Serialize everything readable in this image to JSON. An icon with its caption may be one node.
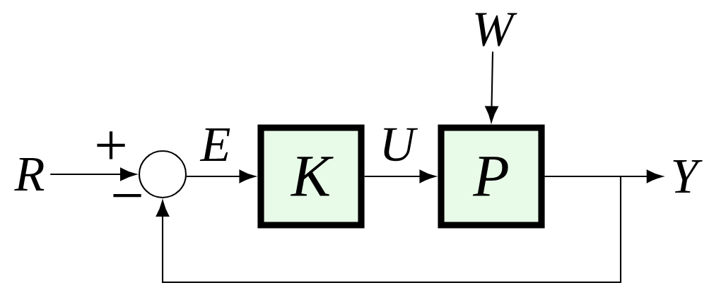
{
  "diagram": {
    "nodes": [
      {
        "text": [
          "R"
        ]
      },
      {
        "text": [],
        "shape": "circle"
      },
      {
        "text": [
          "K"
        ]
      },
      {
        "text": [
          "P"
        ]
      },
      {
        "text": [
          "W"
        ]
      },
      {
        "text": [
          "Y"
        ]
      }
    ],
    "edges": [
      {
        "from": 0,
        "to": 1,
        "arrow": "to"
      },
      {
        "from": 1,
        "to": 2,
        "arrow": "to",
        "label": "E"
      },
      {
        "from": 2,
        "to": 3,
        "arrow": "to",
        "label": "U"
      },
      {
        "from": 4,
        "to": 3,
        "arrow": "to"
      },
      {
        "from": 3,
        "to": 5,
        "arrow": "to"
      },
      {
        "from": 3,
        "to": 1,
        "arrow": "to"
      }
    ],
    "labels": [
      "+",
      "−"
    ]
  }
}
